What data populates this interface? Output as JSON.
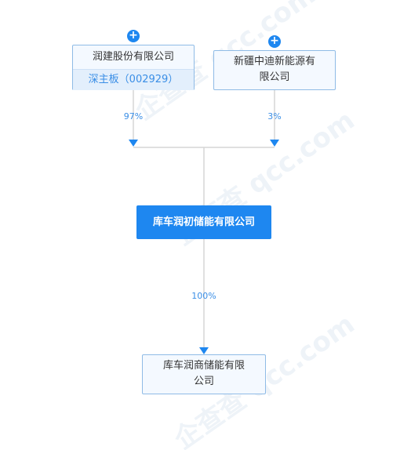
{
  "watermark": "企查查 qcc.com",
  "shareholders": [
    {
      "name_line1": "润建股份有限公司",
      "name_line2": "",
      "stock": "深主板（002929）",
      "percent": "97%",
      "expand_icon": "plus-circle-icon"
    },
    {
      "name_line1": "新疆中迪新能源有",
      "name_line2": "限公司",
      "stock": "",
      "percent": "3%",
      "expand_icon": "plus-circle-icon"
    }
  ],
  "company": {
    "name": "库车润初储能有限公司"
  },
  "subsidiary": {
    "name_line1": "库车润商储能有限",
    "name_line2": "公司",
    "percent": "100%"
  },
  "colors": {
    "accent": "#1e87f0",
    "line": "#d6d6d6",
    "box_border": "#8fbbe6",
    "label": "#3a8ee6"
  }
}
